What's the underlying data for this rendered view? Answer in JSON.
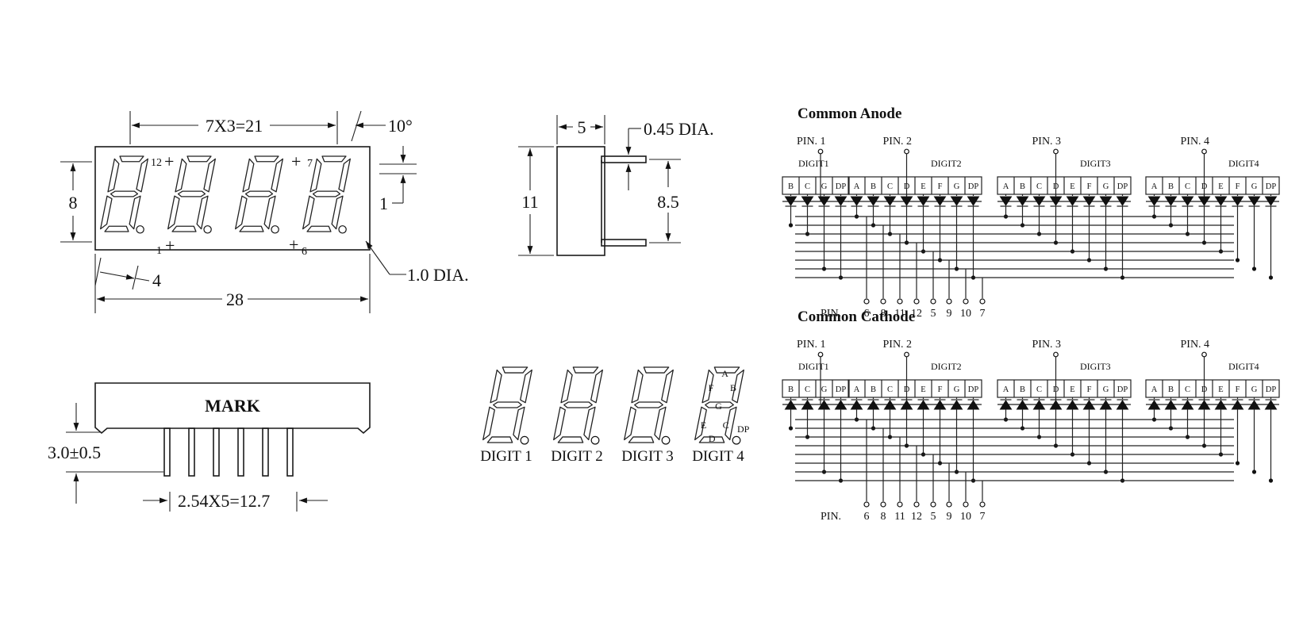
{
  "front_view": {
    "pitch_dim": "7X3=21",
    "angle_dim": "10°",
    "height_dim": "8",
    "width_dim": "28",
    "offset_dim": "4",
    "gap_dim": "1",
    "dot_dim": "1.0 DIA.",
    "pin_labels": [
      "12",
      "7",
      "1",
      "6"
    ]
  },
  "side_view": {
    "depth_dim": "5",
    "height_dim": "11",
    "pin_dia_dim": "0.45 DIA.",
    "pin_span_dim": "8.5"
  },
  "bottom_view": {
    "mark_label": "MARK",
    "pin_length_dim": "3.0±0.5",
    "pin_pitch_dim": "2.54X5=12.7"
  },
  "digit_legend": {
    "digits": [
      "DIGIT 1",
      "DIGIT 2",
      "DIGIT 3",
      "DIGIT 4"
    ],
    "segments": [
      "A",
      "B",
      "C",
      "D",
      "E",
      "F",
      "G",
      "DP"
    ]
  },
  "schematics": [
    {
      "title": "Common Anode",
      "digit_pins": [
        "PIN. 1",
        "PIN. 2",
        "PIN. 3",
        "PIN. 4"
      ],
      "digit_labels": [
        "DIGIT1",
        "DIGIT2",
        "DIGIT3",
        "DIGIT4"
      ],
      "digit1_cells": [
        "B",
        "C",
        "G",
        "DP"
      ],
      "cells": [
        "A",
        "B",
        "C",
        "D",
        "E",
        "F",
        "G",
        "DP"
      ],
      "pin_row_label": "PIN.",
      "pin_numbers": [
        "6",
        "8",
        "11",
        "12",
        "5",
        "9",
        "10",
        "7"
      ]
    },
    {
      "title": "Common Cathode",
      "digit_pins": [
        "PIN. 1",
        "PIN. 2",
        "PIN. 3",
        "PIN. 4"
      ],
      "digit_labels": [
        "DIGIT1",
        "DIGIT2",
        "DIGIT3",
        "DIGIT4"
      ],
      "digit1_cells": [
        "B",
        "C",
        "G",
        "DP"
      ],
      "cells": [
        "A",
        "B",
        "C",
        "D",
        "E",
        "F",
        "G",
        "DP"
      ],
      "pin_row_label": "PIN.",
      "pin_numbers": [
        "6",
        "8",
        "11",
        "12",
        "5",
        "9",
        "10",
        "7"
      ]
    }
  ]
}
